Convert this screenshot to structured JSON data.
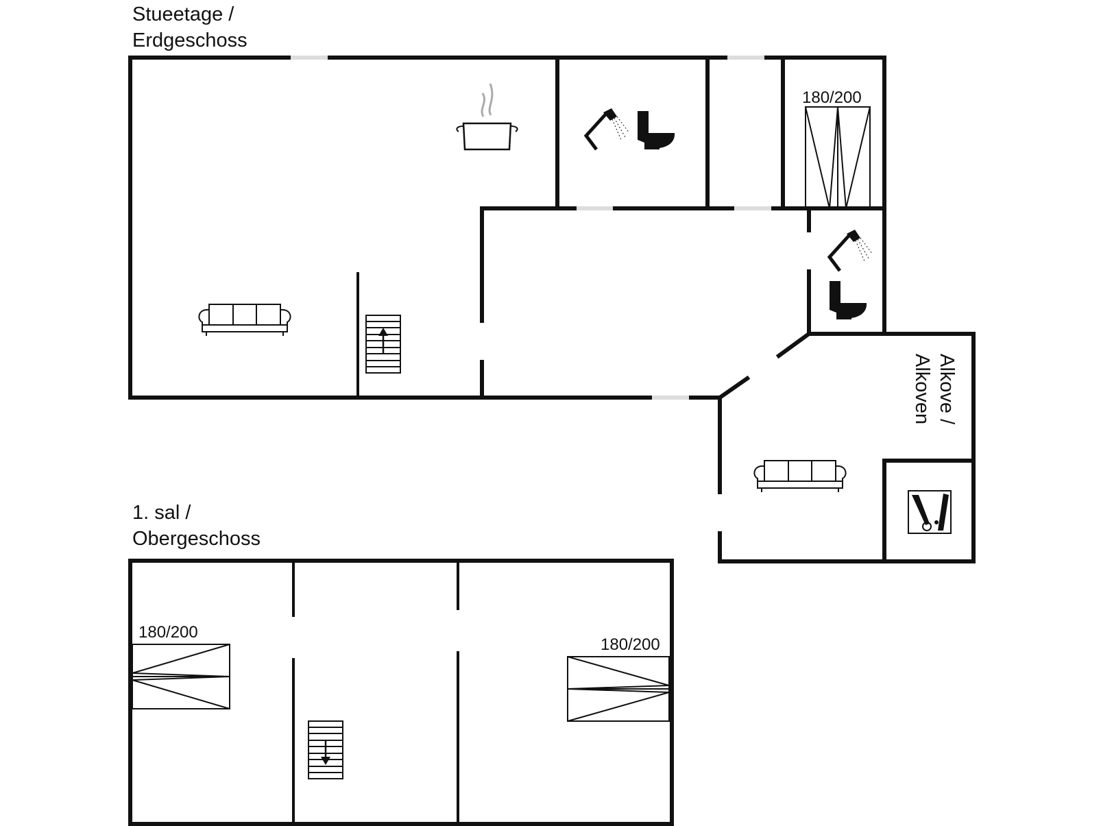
{
  "floors": {
    "ground": {
      "line1": "Stueetage /",
      "line2": "Erdgeschoss"
    },
    "upper": {
      "line1": "1. sal /",
      "line2": "Obergeschoss"
    }
  },
  "alcove": {
    "line1": "Alkove /",
    "line2": "Alkoven"
  },
  "beds": {
    "ground_bed": "180/200",
    "upper_left_bed": "180/200",
    "upper_right_bed": "180/200"
  },
  "icons": [
    "cooking-pot-icon",
    "shower-icon",
    "toilet-icon",
    "sofa-icon",
    "stairs-up-icon",
    "stairs-down-icon",
    "bed-icon",
    "washing-machine-icon"
  ]
}
